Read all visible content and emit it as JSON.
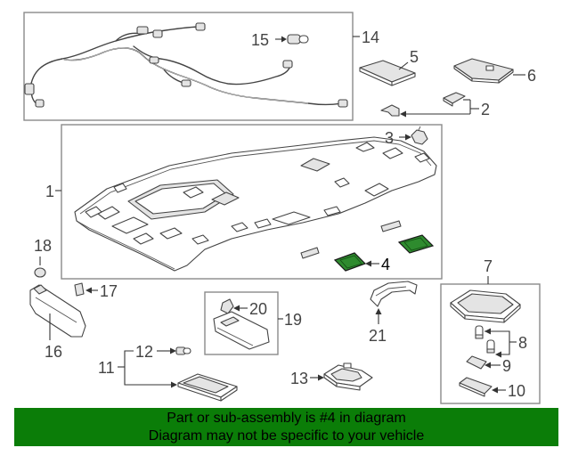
{
  "diagram": {
    "callouts": {
      "c1": "1",
      "c2": "2",
      "c3": "3",
      "c4": "4",
      "c5": "5",
      "c6": "6",
      "c7": "7",
      "c8": "8",
      "c9": "9",
      "c10": "10",
      "c11": "11",
      "c12": "12",
      "c13": "13",
      "c14": "14",
      "c15": "15",
      "c16": "16",
      "c17": "17",
      "c18": "18",
      "c19": "19",
      "c20": "20",
      "c21": "21"
    },
    "highlighted_part": "4",
    "highlight_color": "#2e8b2e"
  },
  "banner": {
    "line1": "Part or sub-assembly is #4 in diagram",
    "line2": "Diagram may not be specific to your vehicle",
    "background": "#0b7d08"
  }
}
